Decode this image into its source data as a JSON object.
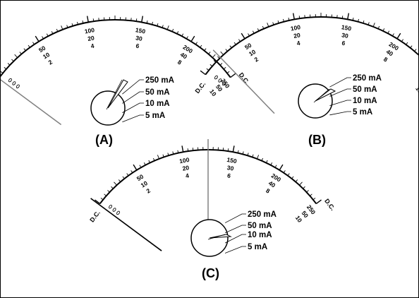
{
  "panels": [
    {
      "id": "A",
      "label": "(A)",
      "pointer": "long-gray",
      "selector": "250 mA",
      "range_labels": [
        "250 mA",
        "50 mA",
        "10 mA",
        "5 mA"
      ]
    },
    {
      "id": "B",
      "label": "(B)",
      "pointer": "long-gray",
      "selector": "50 mA",
      "range_labels": [
        "250 mA",
        "50 mA",
        "10 mA",
        "5 mA"
      ]
    },
    {
      "id": "C",
      "label": "(C)",
      "pointer": "black-and-gray",
      "selector": "10 mA",
      "range_labels": [
        "250 mA",
        "50 mA",
        "10 mA",
        "5 mA"
      ]
    }
  ],
  "scale": {
    "row1": [
      "50",
      "100",
      "150",
      "200",
      "250"
    ],
    "row2": [
      "10",
      "20",
      "30",
      "40",
      "50"
    ],
    "row3": [
      "2",
      "4",
      "6",
      "8",
      "10"
    ],
    "left_mark": "D.C.",
    "right_mark": "D.C."
  },
  "colors": {
    "ink": "#000000",
    "pointer_gray": "#808080",
    "background": "#ffffff"
  }
}
